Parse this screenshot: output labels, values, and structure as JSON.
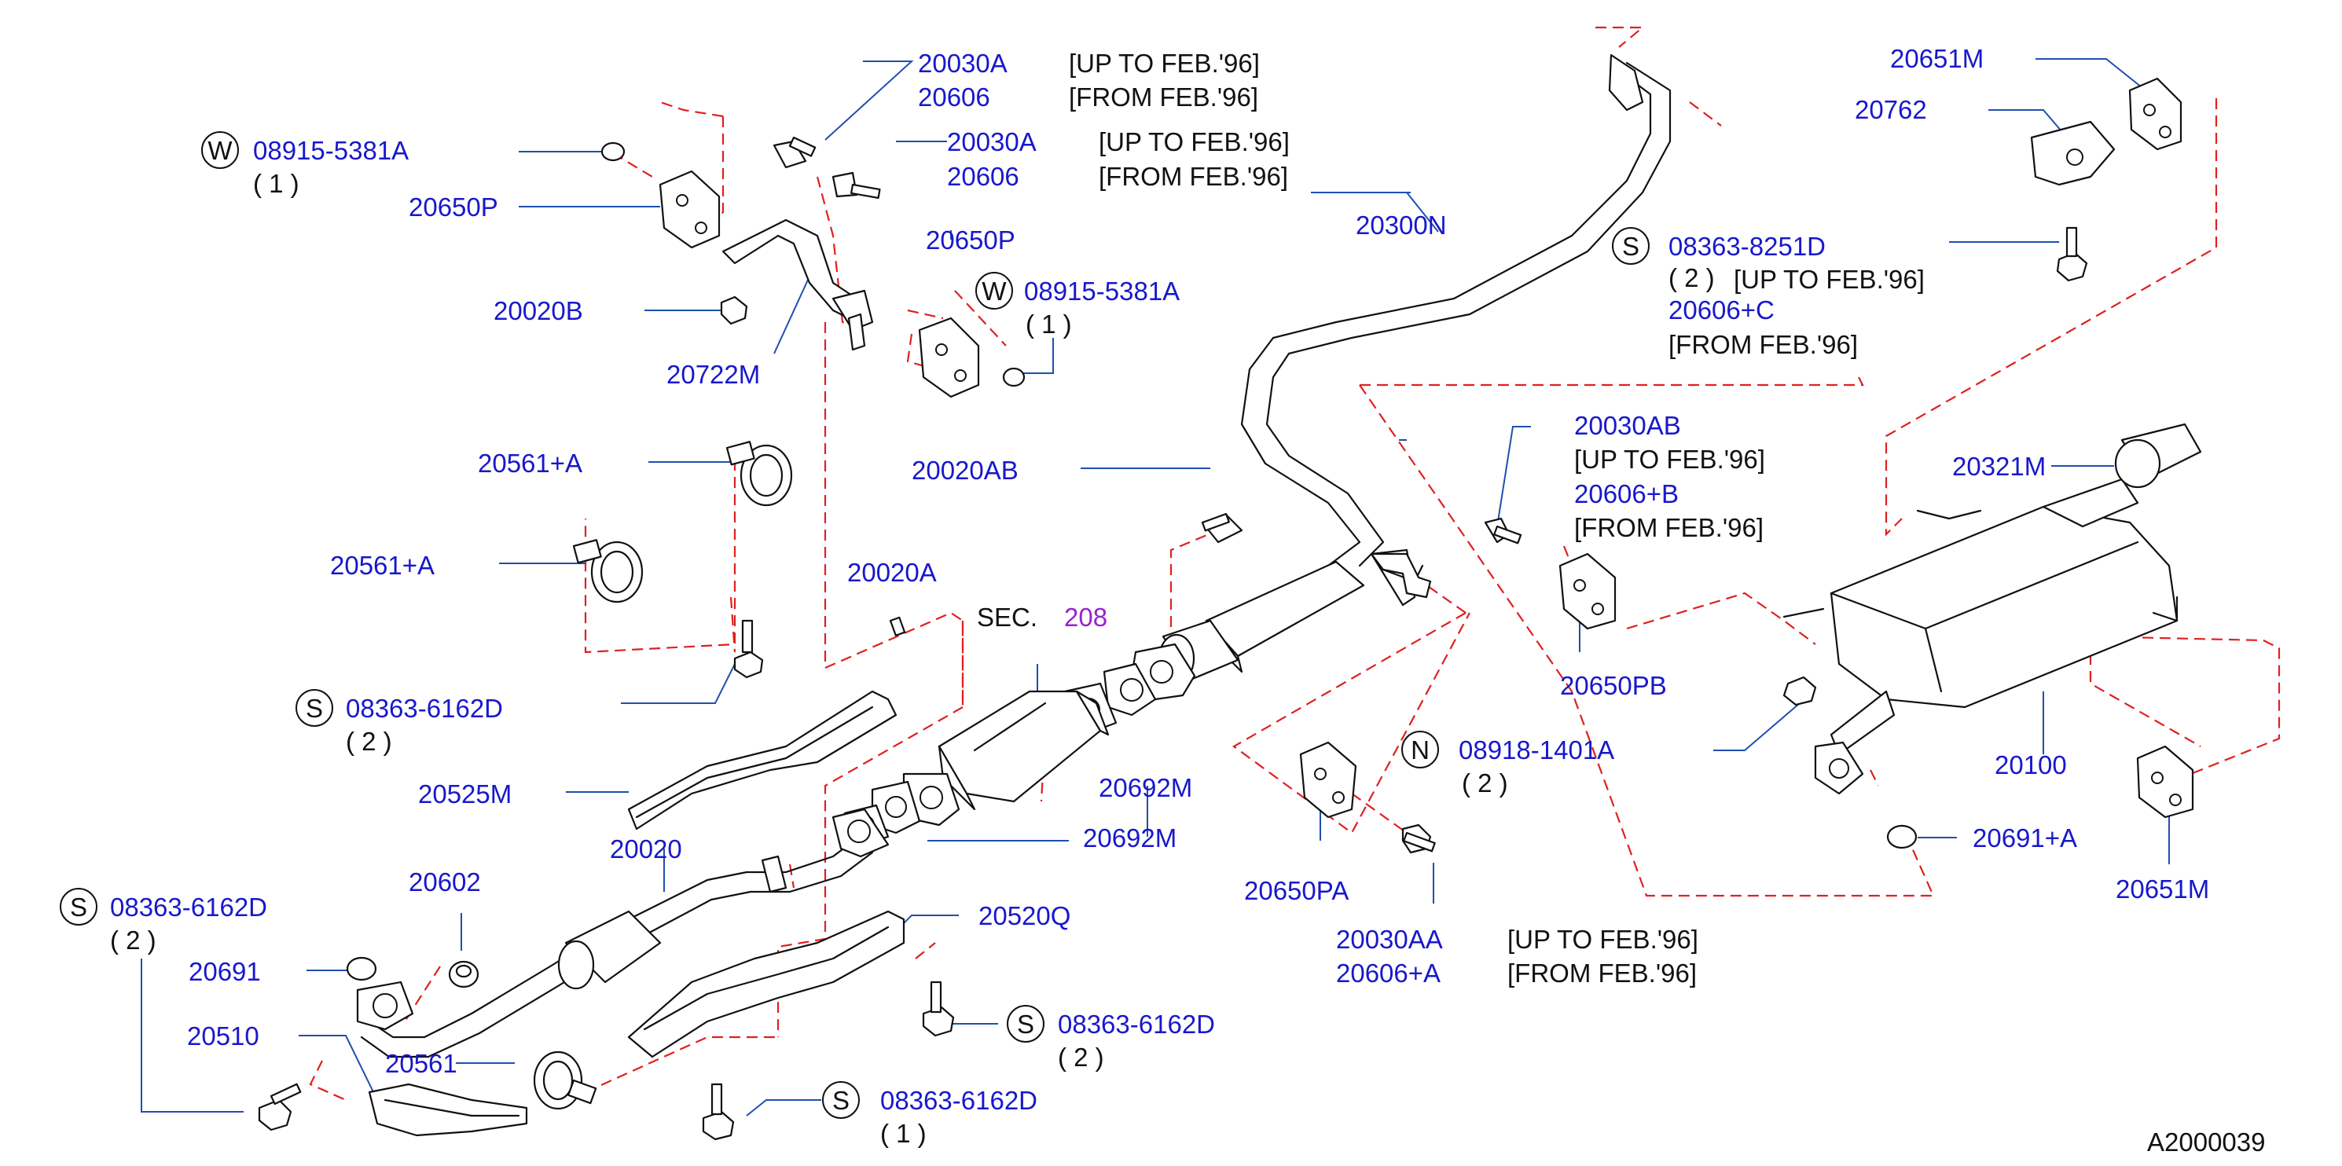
{
  "diagram_id": "A2000039",
  "sec": {
    "prefix": "SEC.",
    "number": "208"
  },
  "labels": {
    "p20030A_top": "20030A",
    "p20606_top": "20606",
    "note_up_1": "[UP  TO  FEB.'96]",
    "note_from_1": "[FROM  FEB.'96]",
    "p20030A_2": "20030A",
    "p20606_2": "20606",
    "note_up_2": "[UP  TO  FEB.'96]",
    "note_from_2": "[FROM  FEB.'96]",
    "w1_code": "W",
    "w1_part": "08915-5381A",
    "w1_qty": "( 1  )",
    "p20650P_1": "20650P",
    "p20020B": "20020B",
    "p20722M": "20722M",
    "p20650P_2": "20650P",
    "w2_code": "W",
    "w2_part": "08915-5381A",
    "w2_qty": "( 1  )",
    "p20561A_1": "20561+A",
    "p20561A_2": "20561+A",
    "p20020AB": "20020AB",
    "p20020A": "20020A",
    "s1_code": "S",
    "s1_part": "08363-6162D",
    "s1_qty": "( 2  )",
    "p20525M": "20525M",
    "p20020": "20020",
    "p20602": "20602",
    "s2_code": "S",
    "s2_part": "08363-6162D",
    "s2_qty": "( 2  )",
    "p20691": "20691",
    "p20510": "20510",
    "p20561": "20561",
    "p20520Q": "20520Q",
    "s3_code": "S",
    "s3_part": "08363-6162D",
    "s3_qty": "( 2  )",
    "s4_code": "S",
    "s4_part": "08363-6162D",
    "s4_qty": "( 1  )",
    "p20692M_1": "20692M",
    "p20692M_2": "20692M",
    "p20300N": "20300N",
    "s5_code": "S",
    "s5_part": "08363-8251D",
    "s5_qty": "( 2  )",
    "note_up_5": "[UP  TO  FEB.'96]",
    "p20606C": "20606+C",
    "note_from_5": "[FROM  FEB.'96]",
    "p20651M_1": "20651M",
    "p20762": "20762",
    "p20030AB": "20030AB",
    "note_up_6": "[UP  TO  FEB.'96]",
    "p20606B": "20606+B",
    "note_from_6": "[FROM  FEB.'96]",
    "p20650PB": "20650PB",
    "p20321M": "20321M",
    "n1_code": "N",
    "n1_part": "08918-1401A",
    "n1_qty": "( 2  )",
    "p20650PA": "20650PA",
    "p20030AA": "20030AA",
    "note_up_7": "[UP  TO  FEB.'96]",
    "p20606A": "20606+A",
    "note_from_7": "[FROM  FEB.'96]",
    "p20100": "20100",
    "p20691A": "20691+A",
    "p20651M_2": "20651M"
  }
}
